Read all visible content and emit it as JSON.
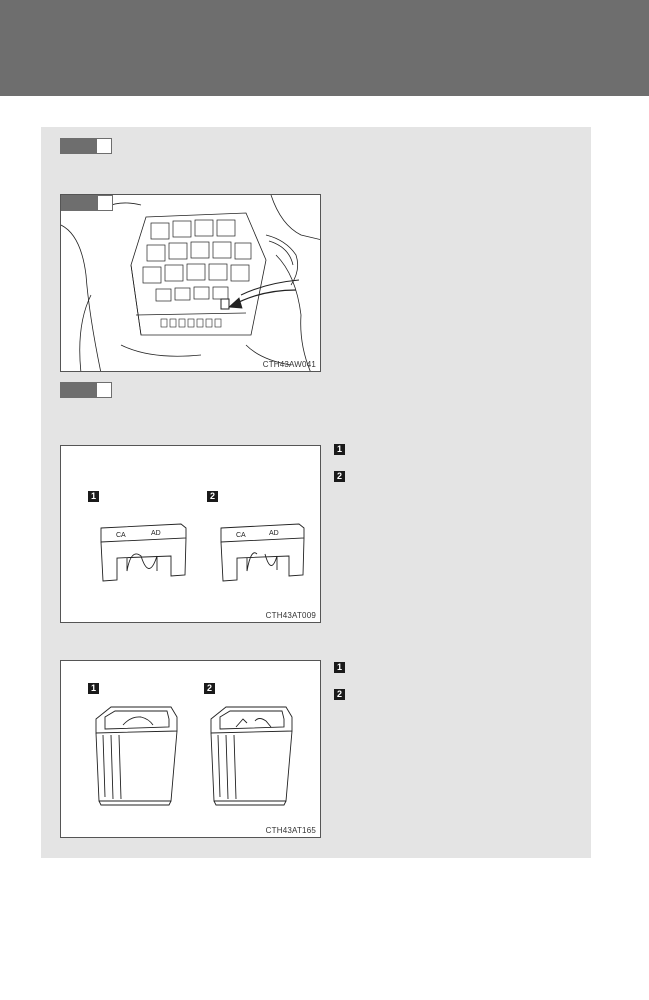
{
  "figures": {
    "fuse_box": {
      "code": "CTH43AW041"
    },
    "flat_fuse": {
      "code": "CTH43AT009",
      "label_1": "1",
      "label_2": "2"
    },
    "cartridge_fuse": {
      "code": "CTH43AT165",
      "label_1": "1",
      "label_2": "2"
    }
  },
  "legend_flat": {
    "item_1": "1",
    "item_2": "2"
  },
  "legend_cartridge": {
    "item_1": "1",
    "item_2": "2"
  },
  "colors": {
    "header": "#6e6e6e",
    "panel": "#e4e4e4",
    "badge": "#1a1a1a"
  }
}
